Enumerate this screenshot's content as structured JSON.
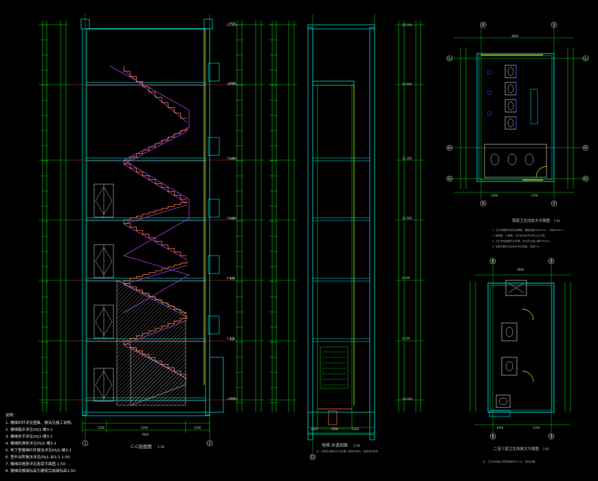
{
  "drawing": {
    "section_title": "C-C剖面图",
    "section_scale": "1:50",
    "elevator_title": "电梯 井道剖面",
    "elevator_scale": "1:50",
    "elevator_note": "注：电梯井道做法详见电梯厂家提供资料，此图仅供参考。",
    "plan1_title": "首层卫生间放大平面图",
    "plan1_scale": "1:50",
    "plan2_title": "二至三层卫生间放大平面图",
    "plan2_scale": "1:50",
    "plan2_note": "注：卫生间地面比同层楼面低20mm，坡向地漏。"
  },
  "section": {
    "levels": [
      "23.550",
      "19.900",
      "15.300",
      "12.000",
      "8.400",
      "4.200",
      "±0.000"
    ],
    "overall_width": "7600",
    "bottom_dims": [
      "1200",
      "5200",
      "1200"
    ]
  },
  "elevator": {
    "levels": [
      "23.550",
      "19.900",
      "15.300",
      "12.000",
      "8.400",
      "4.200",
      "±0.000"
    ],
    "bottom_dims": [
      "1800",
      "2000",
      "2400"
    ]
  },
  "plan1": {
    "axes_top": [
      "8",
      "9"
    ],
    "axes_left": [
      "L",
      "K",
      "G"
    ],
    "axes_right": [
      "L",
      "K",
      "G"
    ],
    "axes_bottom": [
      "8",
      "9"
    ],
    "dims_top": [
      "3600"
    ],
    "dims_bottom": [
      "1450",
      "1700"
    ],
    "notes": [
      "1. 卫生间隔断采用成品隔断，隔断高度1800mm，门宽600mm。",
      "2. 蹲便器、小便器、洗手盆选用节水型卫生洁具。",
      "3. 卫生间地面做防水处理，防水层沿墙上翻300mm。",
      "4. 地漏位置详见给排水专业图纸，坡度1%。"
    ]
  },
  "plan2": {
    "axes_top": [
      "8",
      "9"
    ],
    "axes_bottom": [
      "8",
      "9"
    ],
    "dims_top": [
      "3600"
    ],
    "dims_bottom": [
      "1450",
      "1700"
    ]
  },
  "general_notes": {
    "heading": "说明：",
    "items": [
      "1. 楼梯栏杆详见图集，做法见施工说明。",
      "2. 楼梯踏步详见05J1-楼3-1",
      "3. 楼梯扶手详见05J1-楼3-1",
      "4. 楼梯防滑条详见05J1-楼3-1",
      "5. 地下室楼梯栏杆做法详见05J1-楼3-1",
      "6. 室外台阶做法详见05J1-台3-1 1:50",
      "7. 楼梯间墙身详见各层平面图 1:50",
      "8. 楼梯间楼面标高为建筑完成面标高1:50"
    ]
  },
  "colors": {
    "background": "#000000",
    "wall": "#00d8d8",
    "dimension": "#00e000",
    "stair_slab": "#b040e8",
    "stair_steps": "#ff8040",
    "hatch": "#c0c0c0",
    "highlight": "#f0f000",
    "fixture": "#e8e8e8",
    "door": "#2040ff"
  }
}
